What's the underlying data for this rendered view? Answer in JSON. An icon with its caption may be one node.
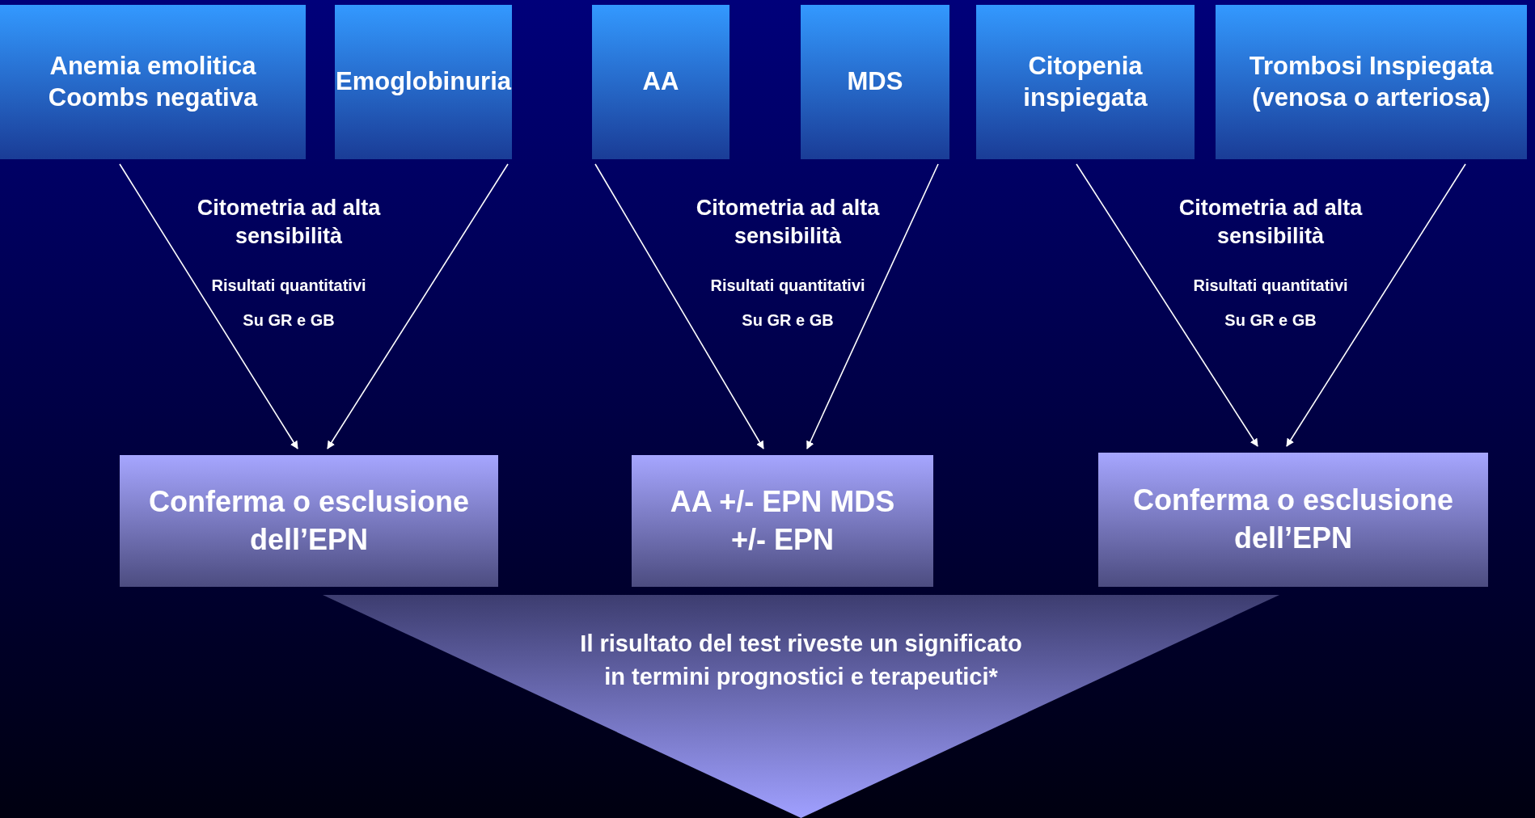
{
  "diagram": {
    "nodes": [
      {
        "text": [
          "Anemia emolitica Coombs negativa"
        ]
      },
      {
        "text": [
          "Emoglobinuria"
        ]
      },
      {
        "text": [
          "AA"
        ]
      },
      {
        "text": [
          "MDS"
        ]
      },
      {
        "text": [
          "Citopenia inspiegata"
        ]
      },
      {
        "text": [
          "Trombosi Inspiegata (venosa o arteriosa)"
        ]
      },
      {
        "text": [
          "Conferma o esclusione dell’EPN"
        ]
      },
      {
        "text": [
          "AA +/- EPN MDS +/- EPN"
        ]
      },
      {
        "text": [
          "Conferma o esclusione dell’EPN"
        ]
      },
      {
        "text": [
          "Il risultato del test riveste un significato in termini prognostici e terapeutici*"
        ]
      }
    ],
    "edges": [
      {
        "from": 0,
        "to": 6,
        "arrow": "to"
      },
      {
        "from": 1,
        "to": 6,
        "arrow": "to"
      },
      {
        "from": 2,
        "to": 7,
        "arrow": "to"
      },
      {
        "from": 3,
        "to": 7,
        "arrow": "to"
      },
      {
        "from": 4,
        "to": 8,
        "arrow": "to"
      },
      {
        "from": 5,
        "to": 8,
        "arrow": "to"
      }
    ],
    "labels": [
      "Citometria ad alta sensibilità",
      "Risultati quantitativi",
      "Su GR e GB",
      "Citometria ad alta sensibilità",
      "Risultati quantitativi",
      "Su GR e GB",
      "Citometria ad alta sensibilità",
      "Risultati quantitativi",
      "Su GR e GB"
    ]
  }
}
